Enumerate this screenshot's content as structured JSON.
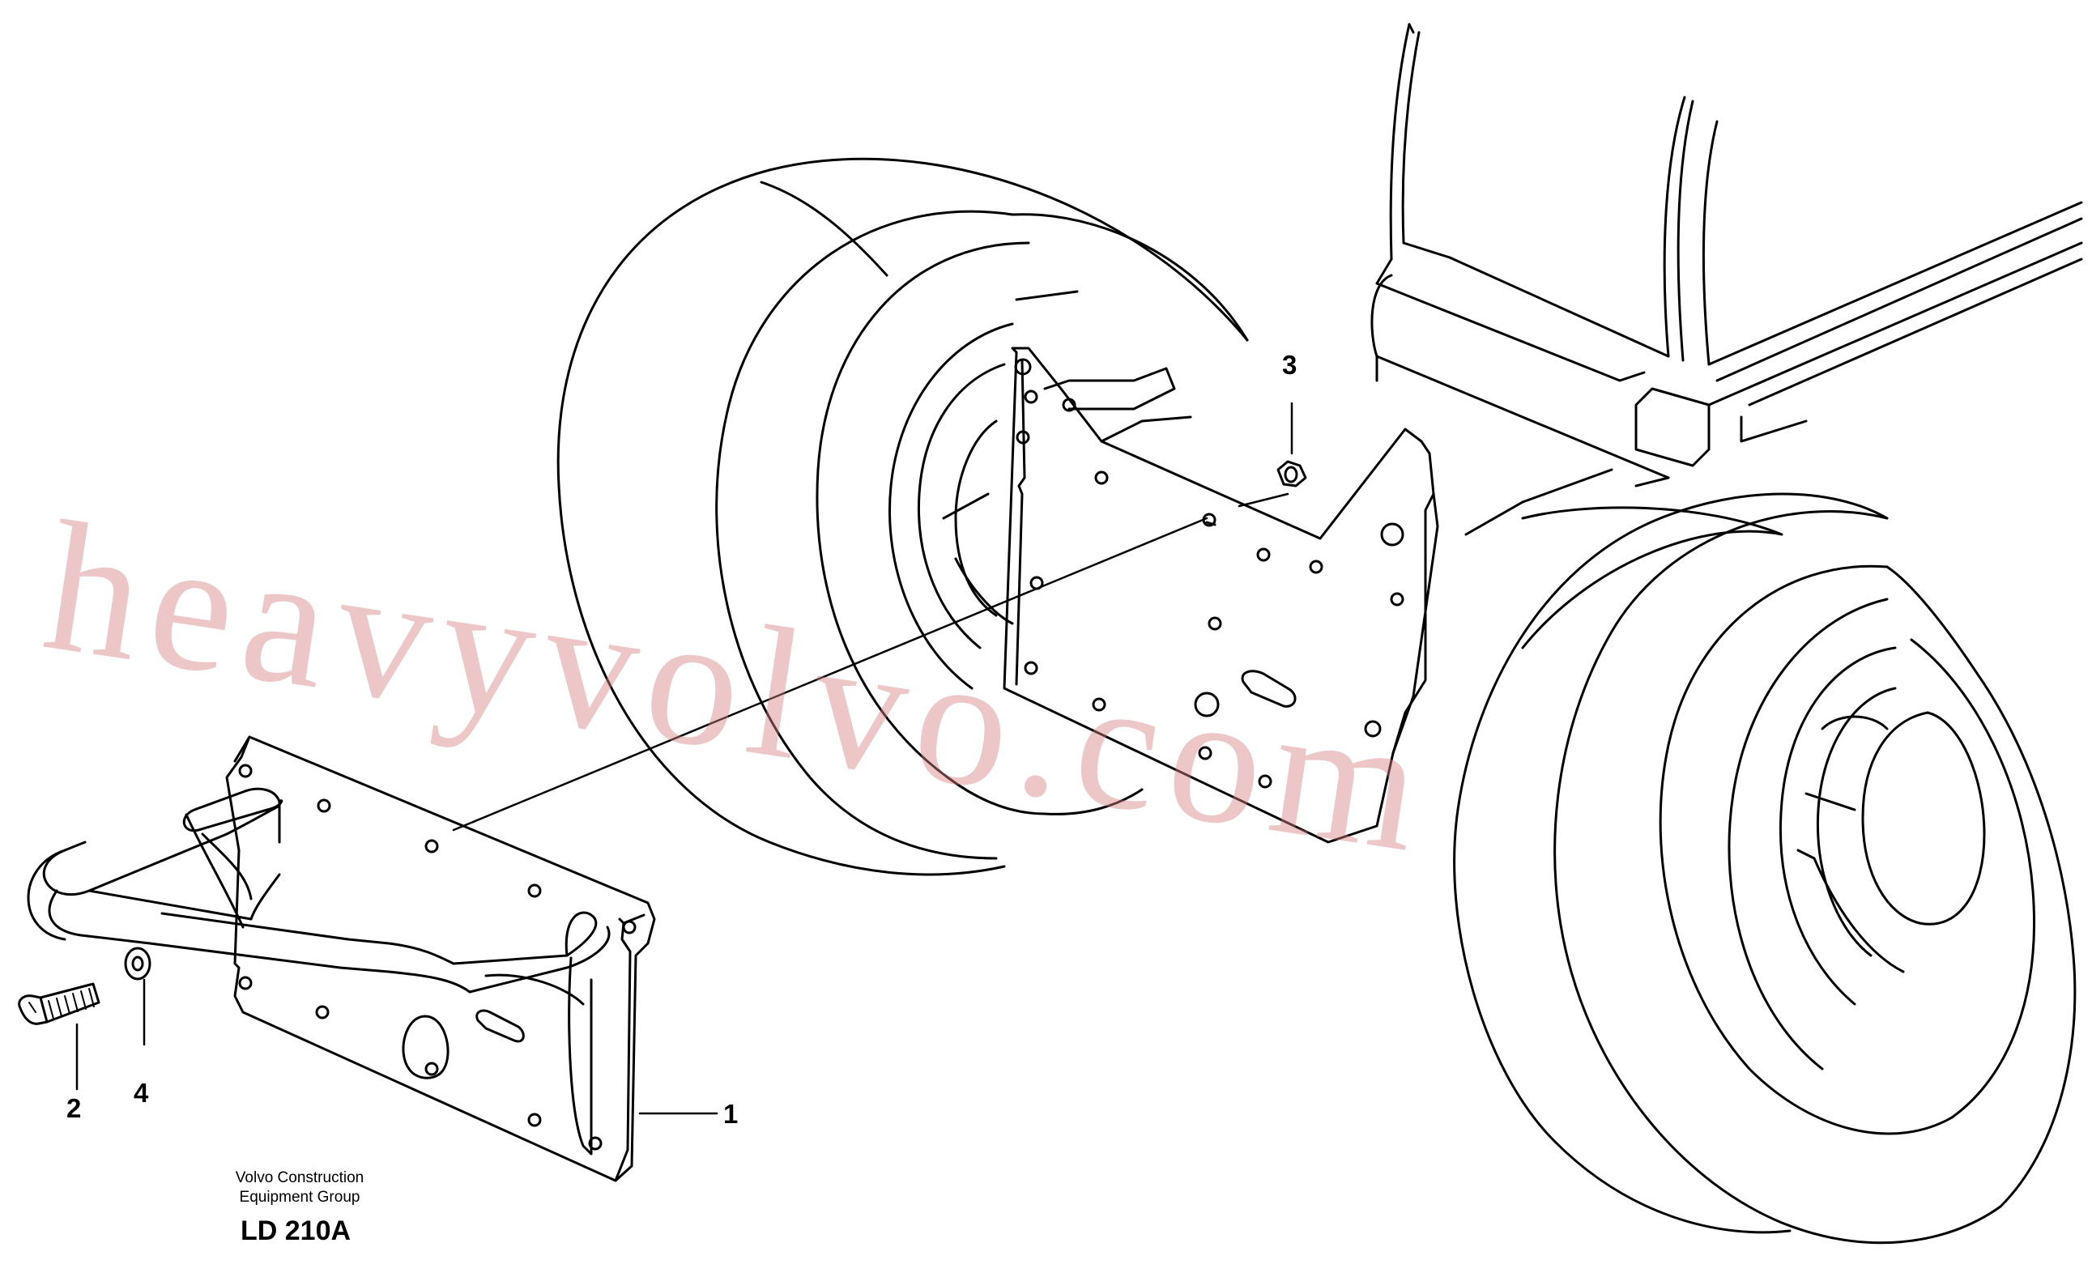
{
  "callouts": {
    "c1": "1",
    "c2": "2",
    "c3": "3",
    "c4": "4"
  },
  "credit": {
    "line1": "Volvo Construction",
    "line2": "Equipment Group"
  },
  "drawing_number": "LD 210A",
  "watermark": "heavyvolvo.com",
  "colors": {
    "line": "#000000",
    "watermark": "#d78282"
  }
}
